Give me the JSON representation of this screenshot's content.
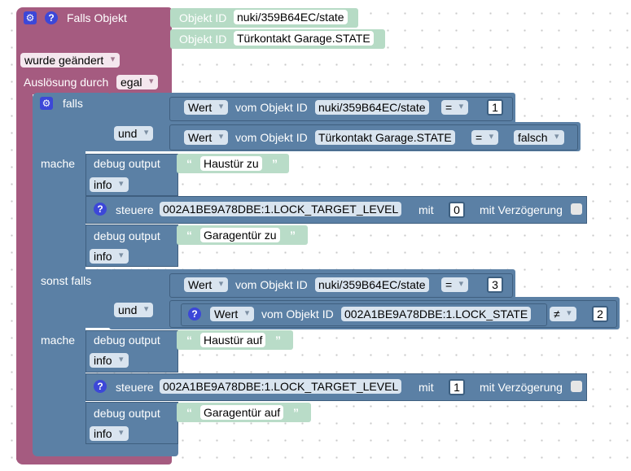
{
  "falls_objekt": {
    "title": "Falls Objekt",
    "objekt_id_label": "Objekt ID",
    "objekt_id_1": "nuki/359B64EC/state",
    "objekt_id_2": "Türkontakt Garage.STATE",
    "trigger_mode": "wurde geändert",
    "ausloesung_label": "Auslösung durch",
    "ausloesung_value": "egal"
  },
  "if_block": {
    "falls_label": "falls",
    "und_label": "und",
    "mache_label": "mache",
    "sonst_falls_label": "sonst falls",
    "cond1": {
      "wert": "Wert",
      "vom_label": "vom Objekt ID",
      "obj": "nuki/359B64EC/state",
      "op": "=",
      "value": "1"
    },
    "cond2": {
      "wert": "Wert",
      "vom_label": "vom Objekt ID",
      "obj": "Türkontakt Garage.STATE",
      "op": "=",
      "value": "falsch"
    },
    "cond3": {
      "wert": "Wert",
      "vom_label": "vom Objekt ID",
      "obj": "nuki/359B64EC/state",
      "op": "=",
      "value": "3"
    },
    "cond4": {
      "wert": "Wert",
      "vom_label": "vom Objekt ID",
      "obj": "002A1BE9A78DBE:1.LOCK_STATE",
      "op": "≠",
      "value": "2"
    }
  },
  "actions1": {
    "debug1_label": "debug output",
    "debug1_text": "Haustür zu",
    "debug1_level": "info",
    "steuere_label": "steuere",
    "steuere_obj": "002A1BE9A78DBE:1.LOCK_TARGET_LEVEL",
    "mit_label": "mit",
    "steuere_value": "0",
    "delay_label": "mit Verzögerung",
    "debug2_label": "debug output",
    "debug2_text": "Garagentür zu",
    "debug2_level": "info"
  },
  "actions2": {
    "debug1_label": "debug output",
    "debug1_text": "Haustür auf",
    "debug1_level": "info",
    "steuere_label": "steuere",
    "steuere_obj": "002A1BE9A78DBE:1.LOCK_TARGET_LEVEL",
    "mit_label": "mit",
    "steuere_value": "1",
    "delay_label": "mit Verzögerung",
    "debug2_label": "debug output",
    "debug2_text": "Garagentür auf",
    "debug2_level": "info"
  },
  "icons": {
    "help": "?",
    "gear": "⚙",
    "open_quote": "“",
    "close_quote": "”"
  }
}
